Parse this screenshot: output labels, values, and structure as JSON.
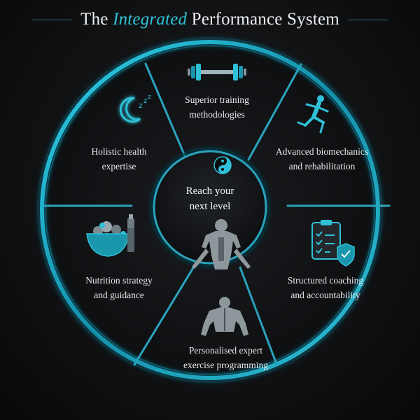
{
  "title": {
    "prefix": "The",
    "emphasis": "Integrated",
    "suffix": "Performance System"
  },
  "center": {
    "line1": "Reach your",
    "line2": "next level",
    "icon": "yin-yang-icon"
  },
  "segments": [
    {
      "id": "training",
      "line1": "Superior training",
      "line2": "methodologies",
      "icon": "dumbbell-icon"
    },
    {
      "id": "biomechanics",
      "line1": "Advanced biomechanics",
      "line2": "and rehabilitation",
      "icon": "running-figure-icon"
    },
    {
      "id": "coaching",
      "line1": "Structured coaching",
      "line2": "and accountability",
      "icon": "clipboard-shield-icon"
    },
    {
      "id": "programming",
      "line1": "Personalised expert",
      "line2": "exercise programming",
      "icon": "muscular-back-icon"
    },
    {
      "id": "nutrition",
      "line1": "Nutrition strategy",
      "line2": "and guidance",
      "icon": "food-bowl-icon"
    },
    {
      "id": "health",
      "line1": "Holistic health",
      "line2": "expertise",
      "icon": "moon-sleep-icon"
    }
  ],
  "colors": {
    "accent": "#2fc1d8",
    "ring": "#1aa8c4",
    "text": "#e6e8ea",
    "background": "#111214"
  }
}
